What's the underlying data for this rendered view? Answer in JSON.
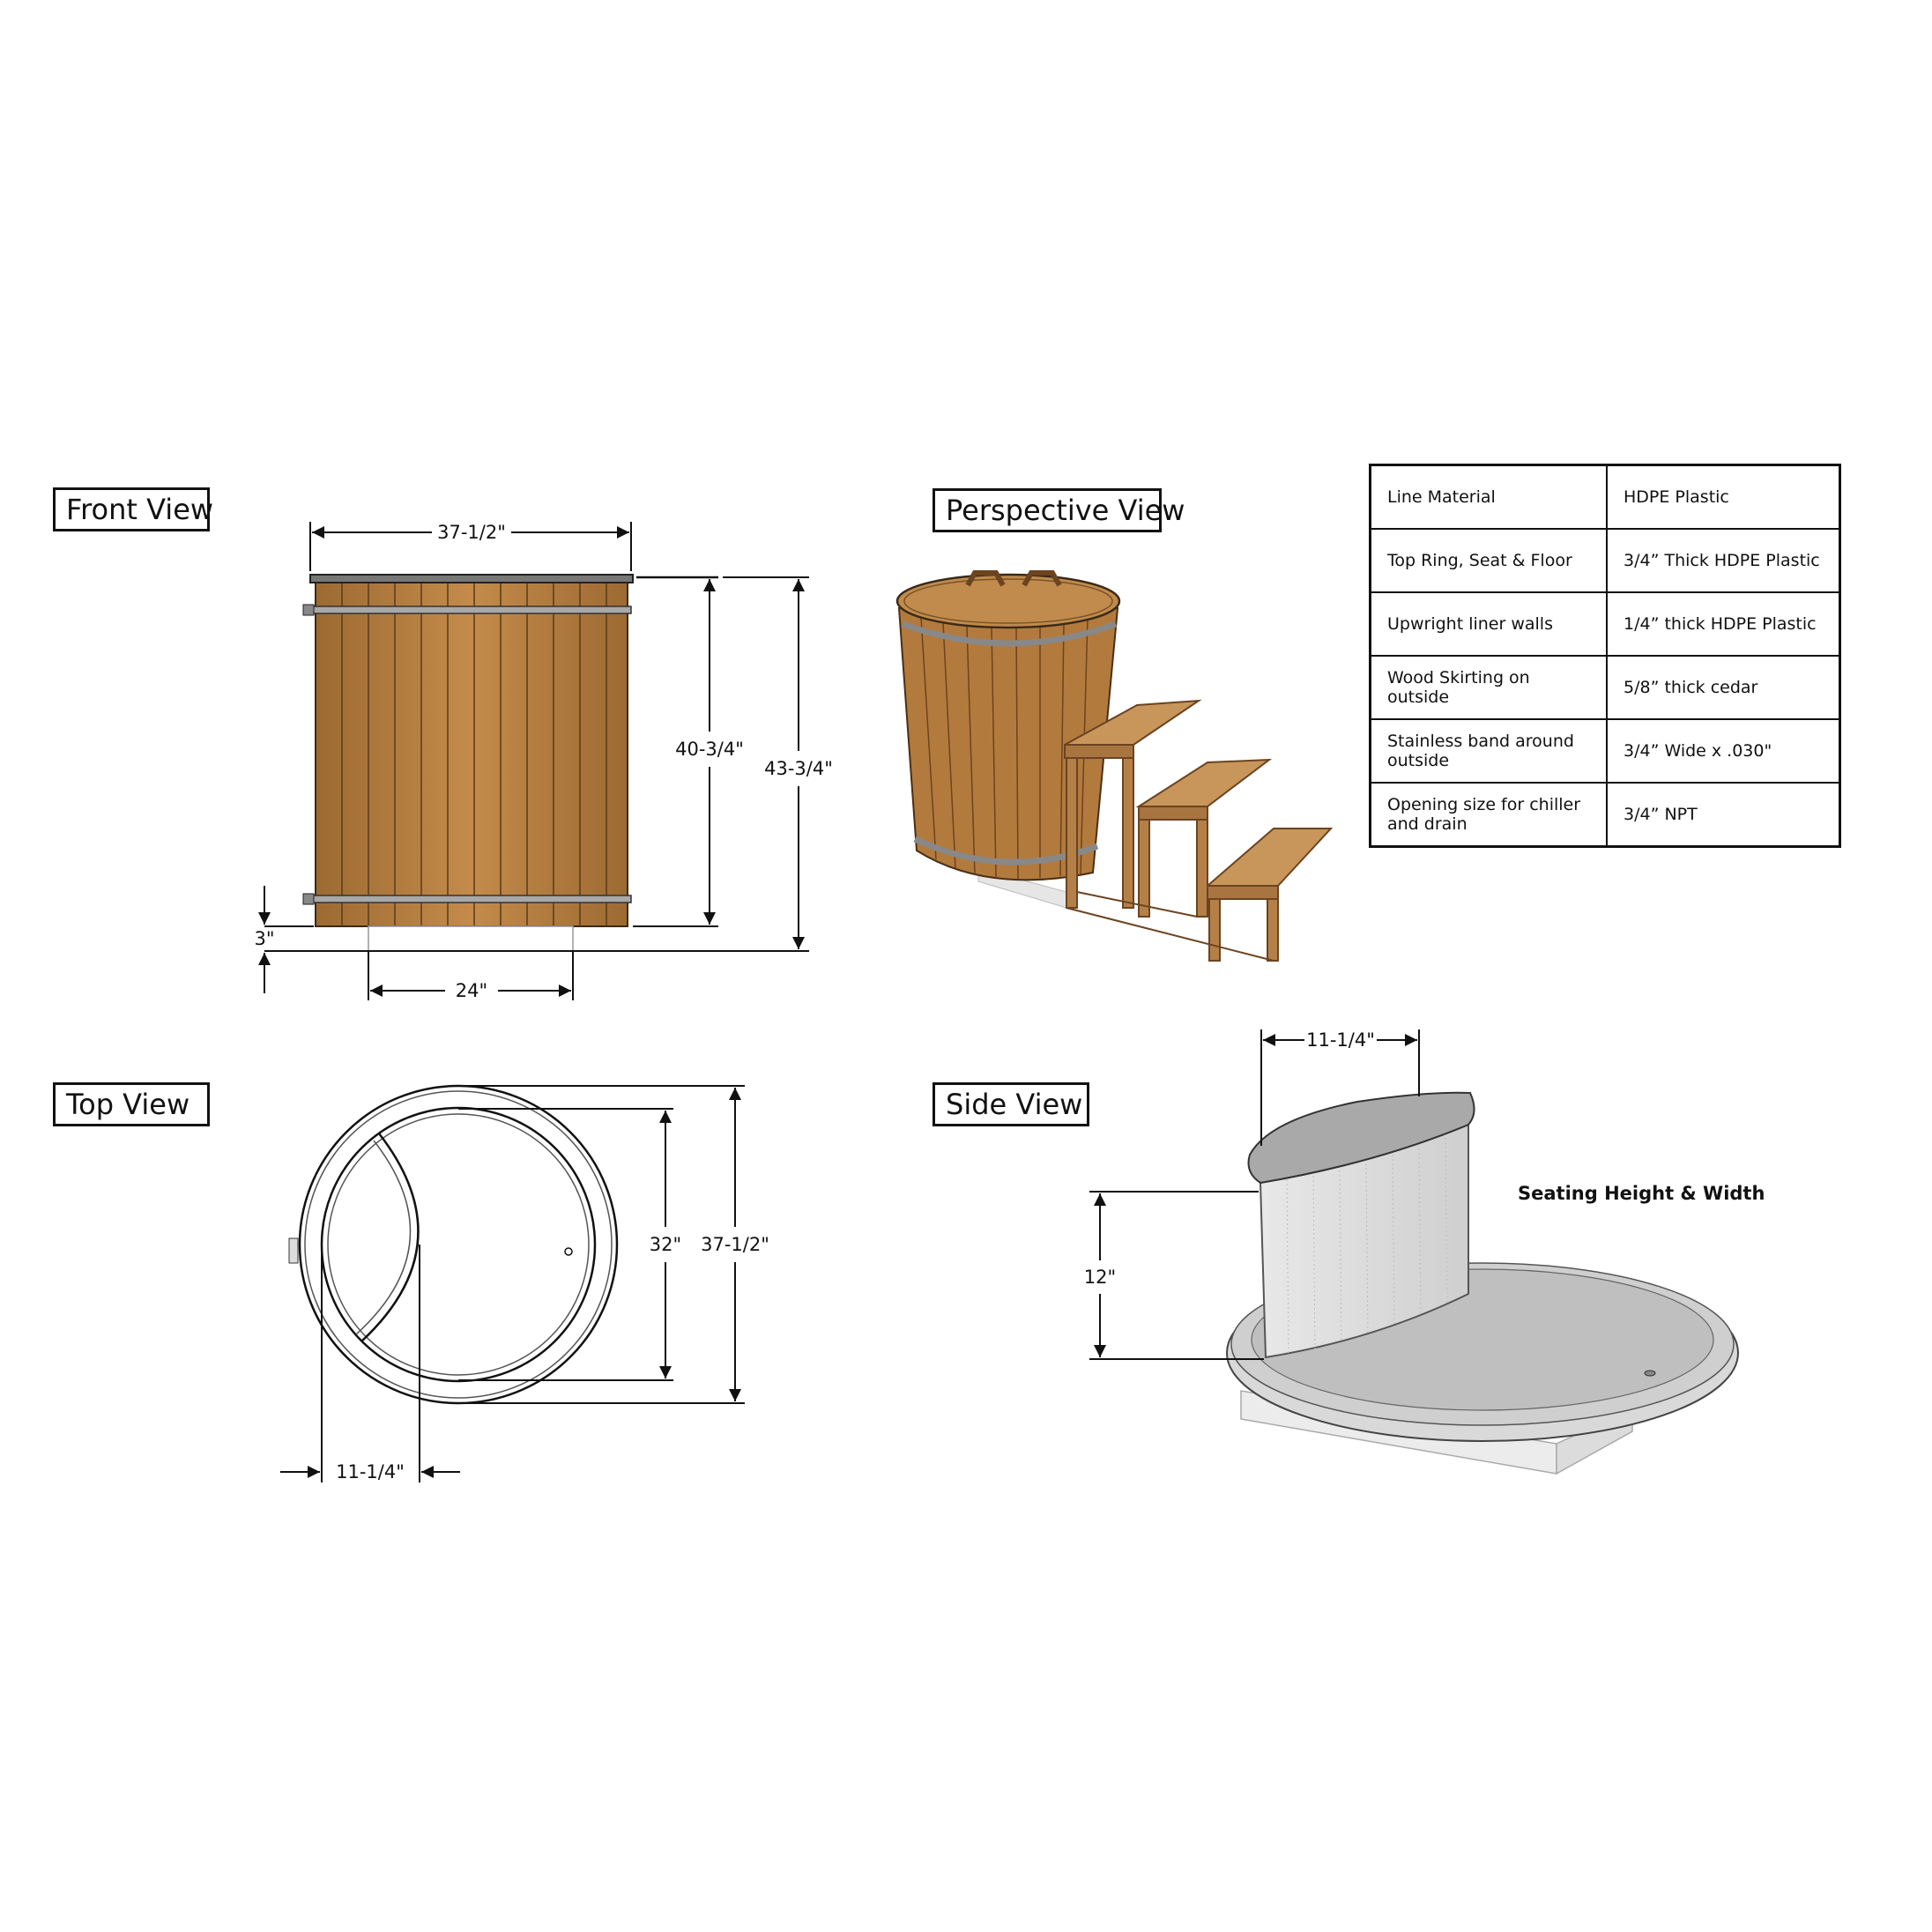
{
  "labels": {
    "front_view": "Front View",
    "perspective_view": "Perspective View",
    "top_view": "Top View",
    "side_view": "Side View"
  },
  "front_view": {
    "width": "37-1/2\"",
    "body_height": "40-3/4\"",
    "total_height": "43-3/4\"",
    "base_height": "3\"",
    "base_width": "24\""
  },
  "top_view": {
    "inner_diameter": "32\"",
    "outer_diameter": "37-1/2\"",
    "seat_depth": "11-1/4\""
  },
  "side_view": {
    "seat_width": "11-1/4\"",
    "seat_height": "12\"",
    "caption": "Seating Height & Width"
  },
  "specs": [
    {
      "item": "Line Material",
      "value": "HDPE Plastic"
    },
    {
      "item": "Top Ring, Seat & Floor",
      "value": "3/4” Thick HDPE Plastic"
    },
    {
      "item": "Upwright liner walls",
      "value": "1/4” thick HDPE Plastic"
    },
    {
      "item": "Wood Skirting on outside",
      "value": "5/8” thick cedar"
    },
    {
      "item": "Stainless band around outside",
      "value": "3/4” Wide x .030\""
    },
    {
      "item": "Opening size for chiller and drain",
      "value": "3/4” NPT"
    }
  ],
  "colors": {
    "cedar": "#b07a3c",
    "cedar_dark": "#7a4f22",
    "band": "#9a9a9a",
    "liner": "#bdbdbd",
    "line": "#111111"
  }
}
